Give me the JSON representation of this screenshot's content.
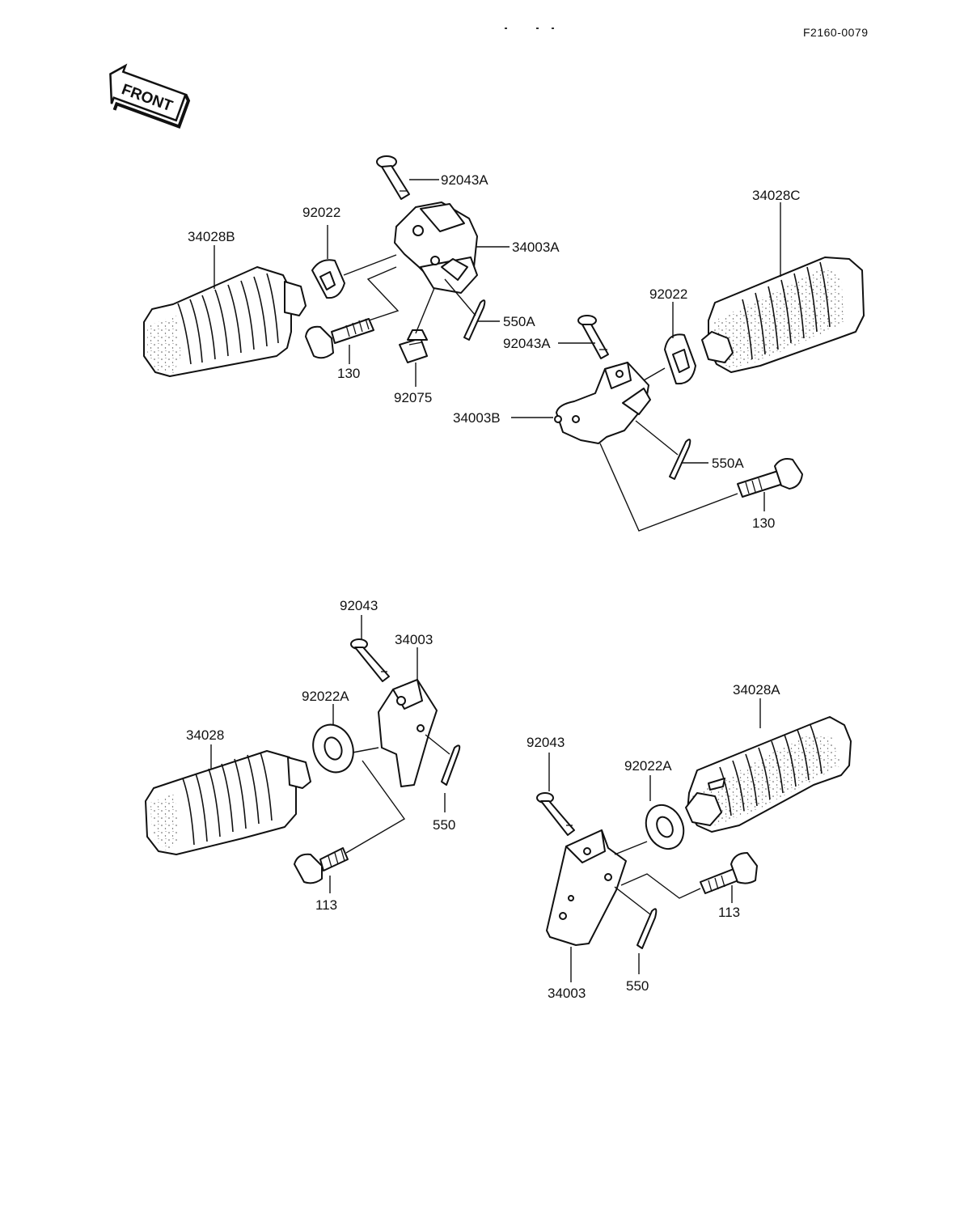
{
  "diagram": {
    "ref_code": "F2160-0079",
    "front_label": "FRONT",
    "labels": {
      "p92043A_top": "92043A",
      "p92022_top": "92022",
      "p34028B": "34028B",
      "p34003A": "34003A",
      "p550A_top": "550A",
      "p130_top": "130",
      "p92075": "92075",
      "p34028C": "34028C",
      "p92022_right": "92022",
      "p92043A_right": "92043A",
      "p34003B": "34003B",
      "p550A_right": "550A",
      "p130_right": "130",
      "p92043_left": "92043",
      "p34003_left": "34003",
      "p92022A_left": "92022A",
      "p34028": "34028",
      "p550_left": "550",
      "p113_left": "113",
      "p34028A": "34028A",
      "p92043_right": "92043",
      "p92022A_right": "92022A",
      "p113_right": "113",
      "p34003_right": "34003",
      "p550_right": "550"
    }
  }
}
